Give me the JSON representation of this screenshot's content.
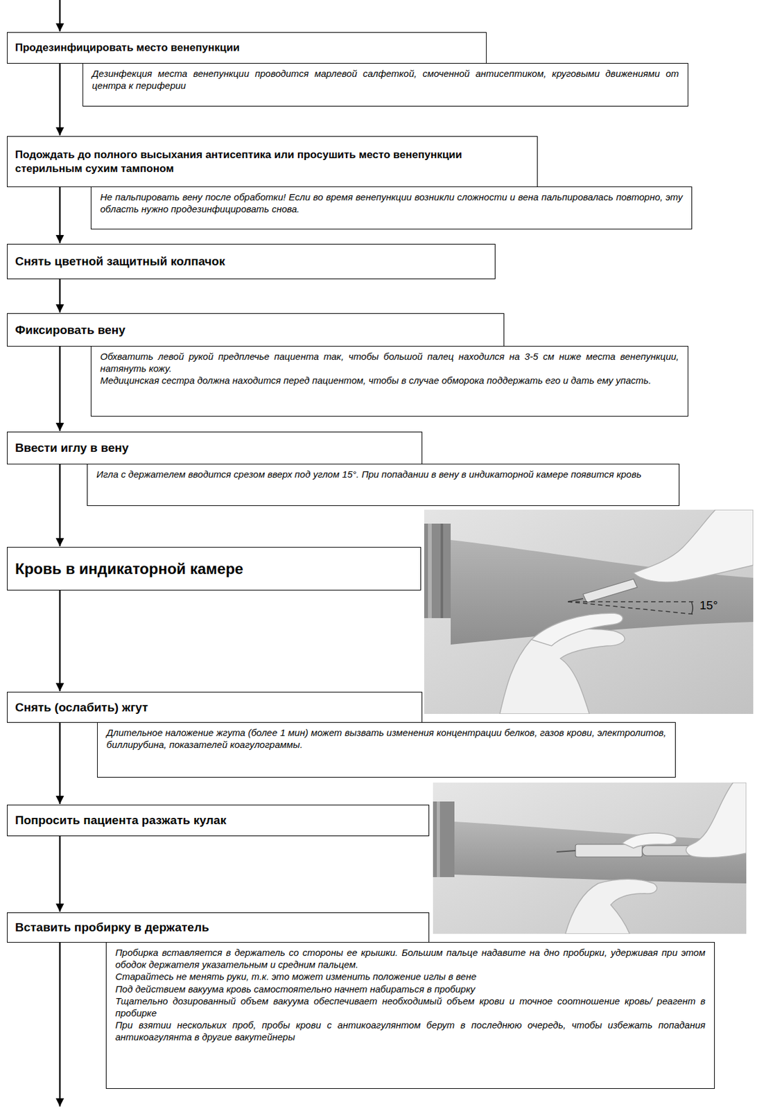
{
  "diagram": {
    "nodes": [
      {
        "text": [
          "Продезинфицировать место венепункции"
        ]
      },
      {
        "text": [
          "Дезинфекция места венепункции проводится марлевой салфеткой, смоченной антисептиком, круговыми движениями от центра к периферии"
        ]
      },
      {
        "text": [
          "Подождать до полного высыхания антисептика или просушить место венепункции стерильным сухим тампоном"
        ]
      },
      {
        "text": [
          "Не пальпировать вену после обработки! Если во время венепункции возникли сложности и вена пальпировалась повторно, эту область нужно продезинфицировать снова."
        ]
      },
      {
        "text": [
          "Снять цветной защитный колпачок"
        ]
      },
      {
        "text": [
          "Фиксировать вену"
        ]
      },
      {
        "text": [
          "Обхватить левой рукой предплечье пациента так, чтобы большой палец находился на 3-5 см ниже места венепункции, натянуть кожу.",
          "Медицинская сестра должна находится перед пациентом, чтобы в случае обморока поддержать его и дать ему упасть."
        ]
      },
      {
        "text": [
          "Ввести иглу в вену"
        ]
      },
      {
        "text": [
          "Игла с держателем вводится срезом вверх под углом 15°. При попадании в вену в индикаторной камере появится кровь"
        ]
      },
      {
        "text": [
          "Кровь в индикаторной камере"
        ]
      },
      {
        "text": [
          "Снять (ослабить) жгут"
        ]
      },
      {
        "text": [
          "Длительное наложение жгута (более 1 мин) может вызвать изменения концентрации белков, газов крови, электролитов, биллирубина, показателей коагулограммы."
        ]
      },
      {
        "text": [
          "Попросить пациента разжать кулак"
        ]
      },
      {
        "text": [
          "Вставить пробирку в держатель"
        ]
      },
      {
        "text": [
          "Пробирка вставляется в держатель со стороны ее крышки. Большим пальце надавите на дно пробирки, удерживая при этом ободок держателя указательным и средним пальцем.",
          "Старайтесь не менять руки, т.к. это может изменить положение иглы в вене",
          "Под действием вакуума кровь самостоятельно начнет набираться в пробирку",
          "Тщательно дозированный объем вакуума обеспечивает необходимый объем крови и точное соотношение кровь/ реагент в пробирке",
          "При взятии нескольких проб, пробы крови с антикоагулянтом берут в последнюю очередь, чтобы избежать попадания антикоагулянта в другие вакутейнеры"
        ]
      }
    ],
    "edges": [
      {
        "from": 0,
        "to": 2,
        "arrow": "to"
      },
      {
        "from": 2,
        "to": 4,
        "arrow": "to"
      },
      {
        "from": 4,
        "to": 5,
        "arrow": "to"
      },
      {
        "from": 5,
        "to": 7,
        "arrow": "to"
      },
      {
        "from": 7,
        "to": 9,
        "arrow": "to"
      },
      {
        "from": 9,
        "to": 10,
        "arrow": "to"
      },
      {
        "from": 10,
        "to": 12,
        "arrow": "to"
      },
      {
        "from": 12,
        "to": 13,
        "arrow": "to"
      }
    ],
    "labels": [
      "15°"
    ]
  }
}
